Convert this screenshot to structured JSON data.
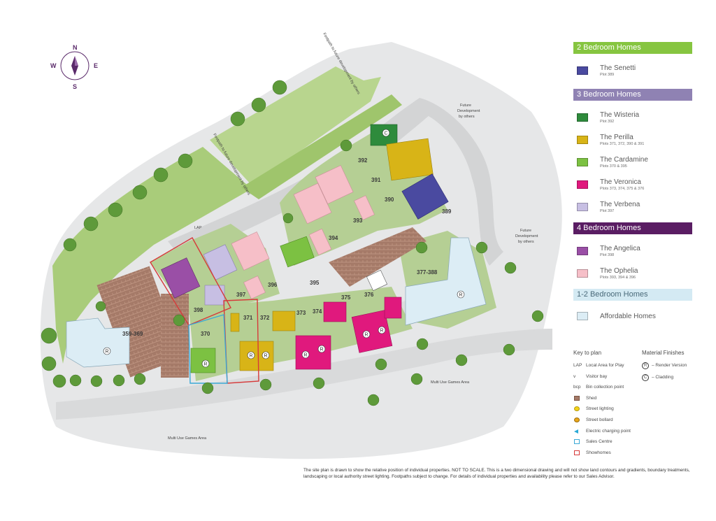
{
  "compass": {
    "n": "N",
    "s": "S",
    "e": "E",
    "w": "W"
  },
  "map": {
    "footpath_top": "Footpath to future development by others",
    "footpath_left": "Footpath to future development by others",
    "future_dev_1": [
      "Future",
      "Development",
      "by others"
    ],
    "future_dev_2": [
      "Future",
      "Development",
      "by others"
    ],
    "muga_1": "Multi Use Games Area",
    "muga_2": "Multi Use Games Area",
    "block_apartments_1": "359-369",
    "block_apartments_2": "377-388",
    "plot_numbers": [
      "392",
      "391",
      "390",
      "389",
      "393",
      "394",
      "395",
      "396",
      "397",
      "398",
      "370",
      "371",
      "372",
      "373",
      "374",
      "375",
      "376"
    ],
    "small_labels": [
      "LAP"
    ],
    "render_mark": "R",
    "cladding_mark": "C"
  },
  "legend": {
    "cat_2bed": "2 Bedroom Homes",
    "cat_3bed": "3 Bedroom Homes",
    "cat_4bed": "4 Bedroom Homes",
    "cat_afford": "1-2 Bedroom Homes",
    "items": {
      "senetti": {
        "name": "The Senetti",
        "plots": "Plot 389",
        "color": "#4a4aa0"
      },
      "wisteria": {
        "name": "The Wisteria",
        "plots": "Plot 392",
        "color": "#2e8b3c"
      },
      "perilla": {
        "name": "The Perilla",
        "plots": "Plots 371, 372, 390 & 391",
        "color": "#d8b417"
      },
      "cardamine": {
        "name": "The Cardamine",
        "plots": "Plots 370 & 395",
        "color": "#7cc142"
      },
      "veronica": {
        "name": "The Veronica",
        "plots": "Plots 373, 374, 375 & 376",
        "color": "#e0197d"
      },
      "verbena": {
        "name": "The Verbena",
        "plots": "Plot 397",
        "color": "#c7bfe3"
      },
      "angelica": {
        "name": "The Angelica",
        "plots": "Plot 398",
        "color": "#9a4fa6"
      },
      "ophelia": {
        "name": "The Ophelia",
        "plots": "Plots 393, 394 & 396",
        "color": "#f6bfc8"
      },
      "affordable": {
        "name": "Affordable Homes",
        "color": "#dcedf5"
      }
    }
  },
  "key_to_plan": {
    "title": "Key to plan",
    "rows": [
      {
        "sym": "LAP",
        "label": "Local Area for Play"
      },
      {
        "sym": "v",
        "label": "Visitor bay"
      },
      {
        "sym": "bcp",
        "label": "Bin collection point"
      },
      {
        "sym": "",
        "label": "Shed"
      },
      {
        "sym": "",
        "label": "Street lighting"
      },
      {
        "sym": "",
        "label": "Street bollard"
      },
      {
        "sym": "",
        "label": "Electric charging point"
      },
      {
        "sym": "",
        "label": "Sales Centre"
      },
      {
        "sym": "",
        "label": "Showhomes"
      }
    ]
  },
  "materials": {
    "title": "Material Finishes",
    "render": {
      "mark": "R",
      "label": "– Render Version"
    },
    "cladding": {
      "mark": "C",
      "label": "– Cladding"
    }
  },
  "disclaimer": "The site plan is drawn to show the relative position of individual properties. NOT TO SCALE. This is a two dimensional drawing and will not show land contours and gradients, boundary treatments, landscaping or local authority street lighting. Footpaths subject to change. For details of individual properties and availability please refer to our Sales Advisor."
}
